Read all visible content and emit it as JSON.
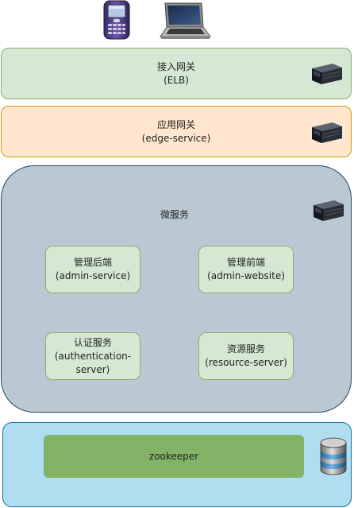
{
  "diagram": {
    "clients": {
      "phone_icon": "mobile-phone-icon",
      "laptop_icon": "laptop-icon"
    },
    "elb_layer": {
      "title": "接入网关",
      "subtitle": "(ELB)",
      "icon": "server-icon",
      "fill": "#d5e8d4",
      "stroke": "#82b366"
    },
    "edge_layer": {
      "title": "应用网关",
      "subtitle": "(edge-service)",
      "icon": "server-icon",
      "fill": "#ffe6cc",
      "stroke": "#d79b00"
    },
    "microservice_layer": {
      "title": "微服务",
      "icon": "server-icon",
      "fill": "#bac8d3",
      "stroke": "#23445d",
      "services": [
        {
          "title": "管理后端",
          "subtitle": "(admin-service)"
        },
        {
          "title": "管理前端",
          "subtitle": "(admin-website)"
        },
        {
          "title": "认证服务",
          "subtitle_line1": "(authentication-",
          "subtitle_line2": "server)"
        },
        {
          "title": "资源服务",
          "subtitle": "(resource-server)"
        }
      ]
    },
    "zookeeper_layer": {
      "node_label": "zookeeper",
      "icon": "database-icon",
      "fill": "#b1ddf0",
      "stroke": "#10739e",
      "node_fill": "#82b366"
    }
  }
}
